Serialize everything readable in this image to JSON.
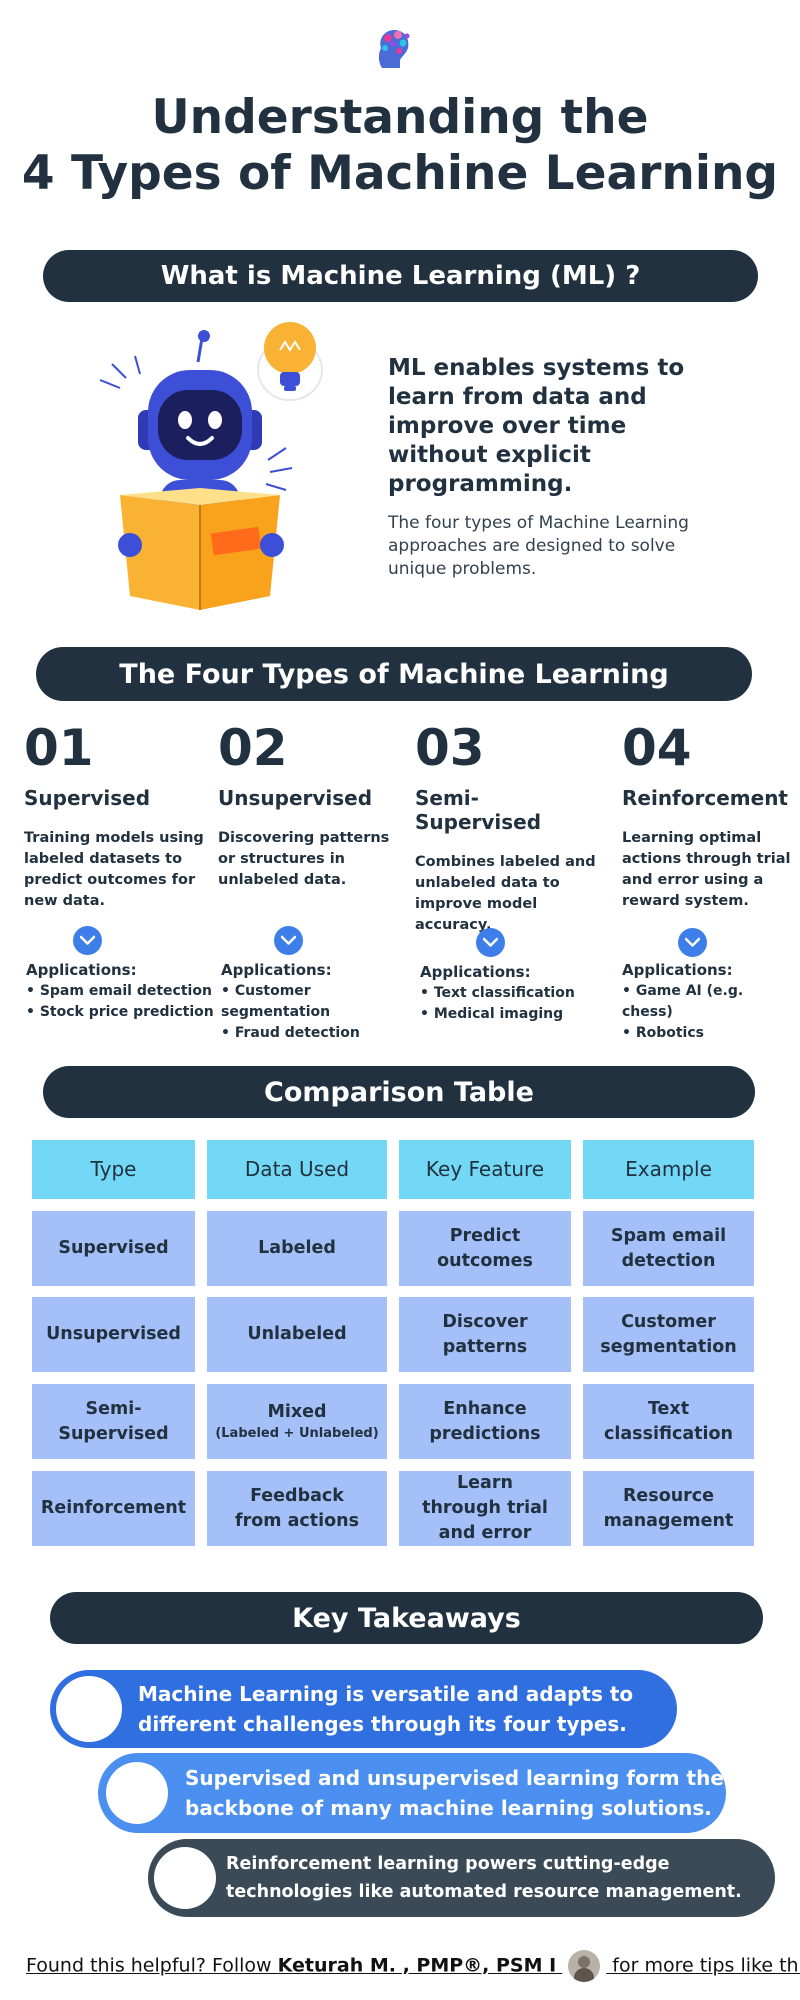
{
  "header": {
    "logo_icon": "brain-head-icon",
    "title_line1": "Understanding the",
    "title_line2": "4 Types of Machine Learning"
  },
  "intro": {
    "heading": "What is Machine Learning (ML) ?",
    "illustration": "robot-reading-book-icon",
    "bold_text": "ML enables systems to learn from data and improve over time without explicit programming.",
    "body_text": "The four types of Machine Learning approaches are designed to solve unique problems."
  },
  "types_section": {
    "heading": "The Four Types of Machine Learning",
    "applications_label": "Applications:",
    "types": [
      {
        "num": "01",
        "name": "Supervised",
        "desc": "Training models using labeled datasets to predict outcomes for new data.",
        "apps": [
          "Spam email detection",
          "Stock price prediction"
        ]
      },
      {
        "num": "02",
        "name": "Unsupervised",
        "desc": "Discovering patterns or structures in unlabeled data.",
        "apps": [
          "Customer segmentation",
          "Fraud detection"
        ]
      },
      {
        "num": "03",
        "name": "Semi-Supervised",
        "desc": "Combines labeled and unlabeled data to improve model accuracy.",
        "apps": [
          "Text classification",
          "Medical imaging"
        ]
      },
      {
        "num": "04",
        "name": "Reinforcement",
        "desc": "Learning optimal actions through trial and error using a reward system.",
        "apps": [
          "Game AI (e.g. chess)",
          "Robotics"
        ]
      }
    ]
  },
  "comparison": {
    "heading": "Comparison Table",
    "columns": [
      "Type",
      "Data Used",
      "Key Feature",
      "Example"
    ],
    "rows": [
      [
        "Supervised",
        "Labeled",
        "Predict outcomes",
        "Spam email detection"
      ],
      [
        "Unsupervised",
        "Unlabeled",
        "Discover patterns",
        "Customer segmentation"
      ],
      [
        "Semi-Supervised",
        "Mixed",
        "Enhance predictions",
        "Text classification"
      ],
      [
        "Reinforcement",
        "Feedback from actions",
        "Learn through trial and error",
        "Resource management"
      ]
    ],
    "mixed_note": "(Labeled + Unlabeled)"
  },
  "takeaways": {
    "heading": "Key Takeaways",
    "items": [
      "Machine Learning is versatile and adapts to different challenges through its four types.",
      "Supervised and unsupervised learning form the backbone of many machine learning solutions.",
      "Reinforcement learning powers cutting-edge technologies like automated resource management."
    ],
    "colors": [
      "#2f6fe0",
      "#4b8ff0",
      "#3a4a57"
    ]
  },
  "footer": {
    "prefix": "Found this helpful? Follow ",
    "author": "Keturah M. , PMP®, PSM I",
    "suffix": " for more tips like this!",
    "avatar_icon": "author-avatar"
  }
}
